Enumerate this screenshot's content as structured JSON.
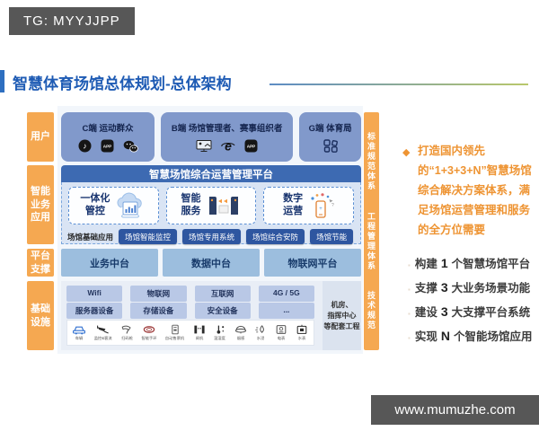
{
  "watermarks": {
    "top": "TG: MYYJJPP",
    "bottom": "www.mumuzhe.com"
  },
  "title": {
    "normal": "智慧体育场馆总体规划-",
    "bold": "总体架构"
  },
  "colors": {
    "accent_orange": "#F5A851",
    "title_blue": "#1E5BB4",
    "platform_blue": "#3D6AB2",
    "pill_blue": "#2E56A0",
    "user_box_blue": "#8199CB",
    "highlight_orange": "#EE9433"
  },
  "layers": {
    "left_labels": [
      "用户",
      "智能业务应用",
      "平台支撑",
      "基础设施"
    ],
    "right_labels": [
      "标准规范体系",
      "工程管理体系",
      "技术规范"
    ]
  },
  "users": {
    "c": {
      "label": "C端  运动群众"
    },
    "b": {
      "label": "B端  场馆管理者、赛事组织者"
    },
    "g": {
      "label": "G端  体育局"
    }
  },
  "icon_texts": {
    "app": "APP",
    "browser": "e",
    "note": "♪"
  },
  "platform": {
    "title": "智慧场馆综合运营管理平台"
  },
  "apps": {
    "modules": [
      {
        "label": "一体化\n管控"
      },
      {
        "label": "智能\n服务"
      },
      {
        "label": "数字\n运营"
      }
    ],
    "row_label": "场馆基础应用",
    "pills": [
      "场馆智能监控",
      "场馆专用系统",
      "场馆综合安防",
      "场馆节能"
    ]
  },
  "support": {
    "items": [
      "业务中台",
      "数据中台",
      "物联网平台"
    ]
  },
  "infra": {
    "network": [
      "Wifi",
      "物联网",
      "互联网",
      "4G / 5G"
    ],
    "devices": [
      "服务器设备",
      "存储设备",
      "安全设备",
      "..."
    ],
    "side_note": "机房、\n指挥中心\n等配套工程",
    "terminals": [
      "车辆",
      "监控&客流",
      "扫码枪",
      "智能手环",
      "自动售票机",
      "闸机",
      "温湿度",
      "烟感",
      "水浸",
      "电表",
      "水表"
    ]
  },
  "right_panel": {
    "bullet_text": "打造国内领先的“1+3+3+N”智慧场馆综合解决方案体系，满足场馆运营管理和服务的全方位需要",
    "points": [
      {
        "pre": "构建",
        "num": "1",
        "post": "个智慧场馆平台"
      },
      {
        "pre": "支撑",
        "num": "3",
        "post": "大业务场景功能"
      },
      {
        "pre": "建设",
        "num": "3",
        "post": "大支撑平台系统"
      },
      {
        "pre": "实现",
        "num": "N",
        "post": "个智能场馆应用"
      }
    ]
  }
}
